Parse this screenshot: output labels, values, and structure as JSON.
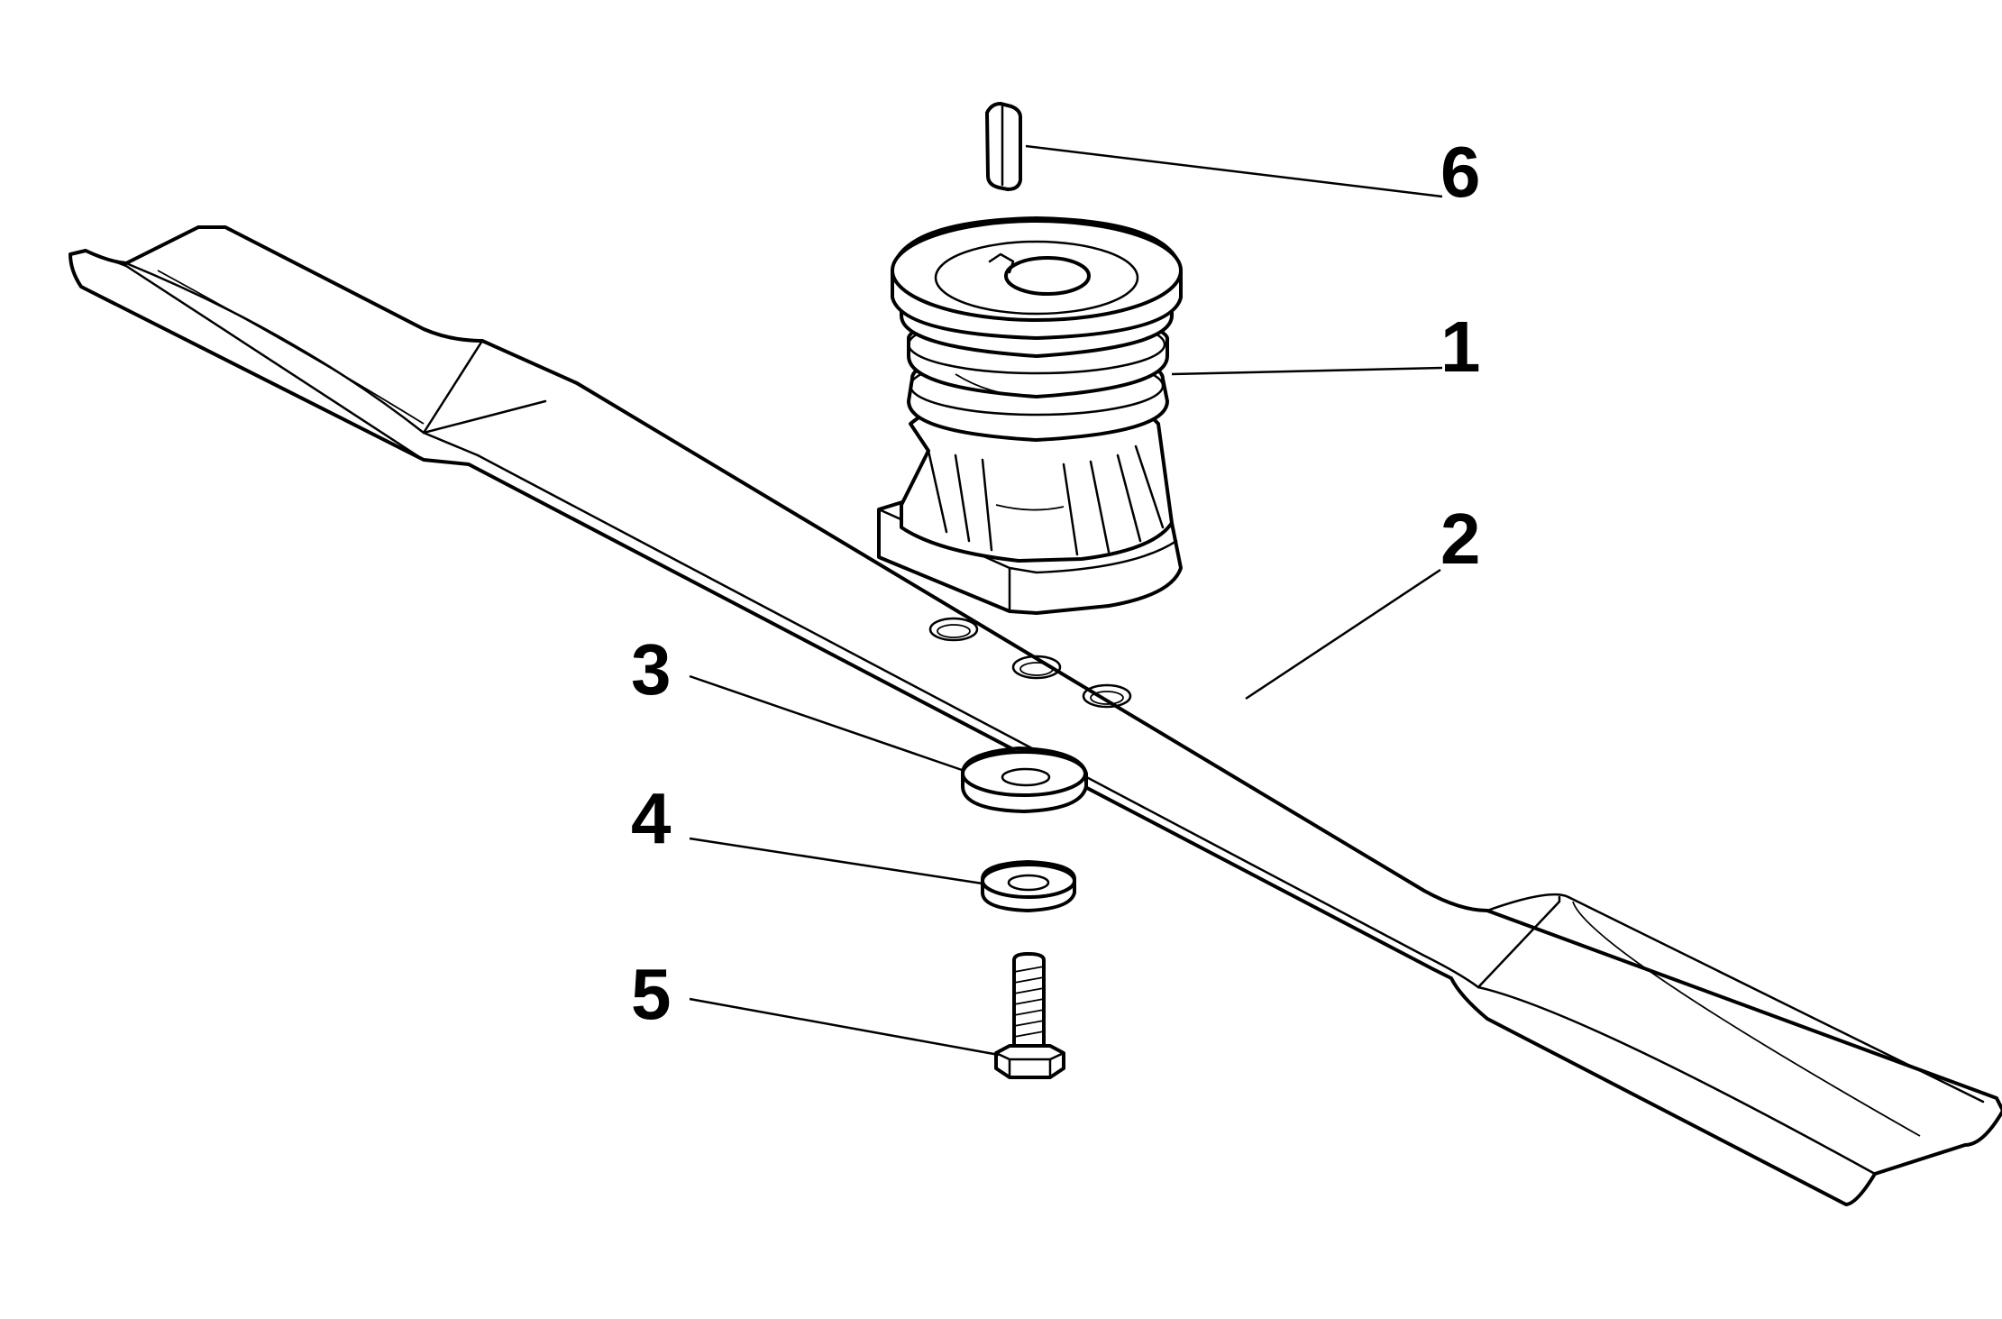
{
  "colors": {
    "ink": "#000000",
    "paper": "#ffffff"
  },
  "callouts": [
    {
      "id": "1",
      "label": "1",
      "part": "pulley-hub"
    },
    {
      "id": "2",
      "label": "2",
      "part": "blade"
    },
    {
      "id": "3",
      "label": "3",
      "part": "large-washer"
    },
    {
      "id": "4",
      "label": "4",
      "part": "small-washer"
    },
    {
      "id": "5",
      "label": "5",
      "part": "bolt"
    },
    {
      "id": "6",
      "label": "6",
      "part": "key"
    }
  ]
}
